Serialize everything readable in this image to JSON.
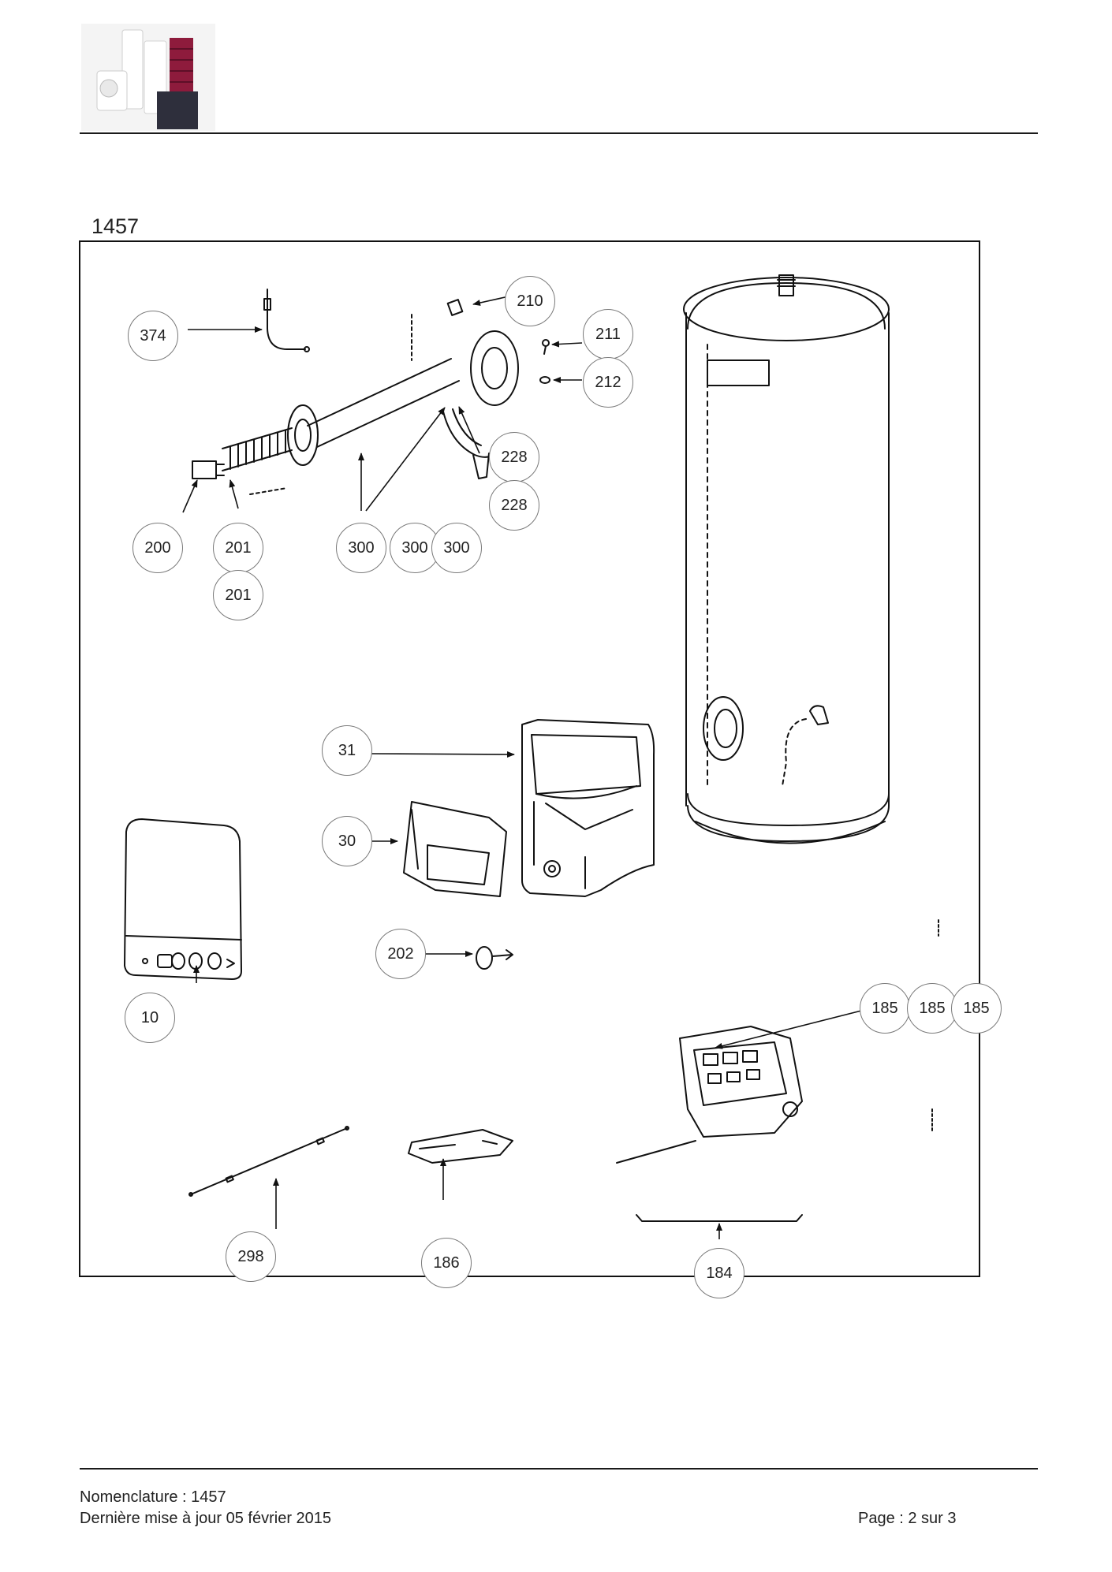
{
  "document": {
    "code": "1457"
  },
  "diagram": {
    "callouts": [
      {
        "id": "c374",
        "label": "374"
      },
      {
        "id": "c210",
        "label": "210"
      },
      {
        "id": "c211",
        "label": "211"
      },
      {
        "id": "c212",
        "label": "212"
      },
      {
        "id": "c228a",
        "label": "228"
      },
      {
        "id": "c228b",
        "label": "228"
      },
      {
        "id": "c200",
        "label": "200"
      },
      {
        "id": "c201a",
        "label": "201"
      },
      {
        "id": "c201b",
        "label": "201"
      },
      {
        "id": "c300a",
        "label": "300"
      },
      {
        "id": "c300b",
        "label": "300"
      },
      {
        "id": "c300c",
        "label": "300"
      },
      {
        "id": "c31",
        "label": "31"
      },
      {
        "id": "c30",
        "label": "30"
      },
      {
        "id": "c202",
        "label": "202"
      },
      {
        "id": "c10",
        "label": "10"
      },
      {
        "id": "c185a",
        "label": "185"
      },
      {
        "id": "c185b",
        "label": "185"
      },
      {
        "id": "c185c",
        "label": "185"
      },
      {
        "id": "c298",
        "label": "298"
      },
      {
        "id": "c186",
        "label": "186"
      },
      {
        "id": "c184",
        "label": "184"
      }
    ]
  },
  "footer": {
    "nomenclature": "Nomenclature : 1457",
    "updated": "Dernière mise à jour 05 février 2015",
    "page": "Page : 2 sur 3"
  }
}
